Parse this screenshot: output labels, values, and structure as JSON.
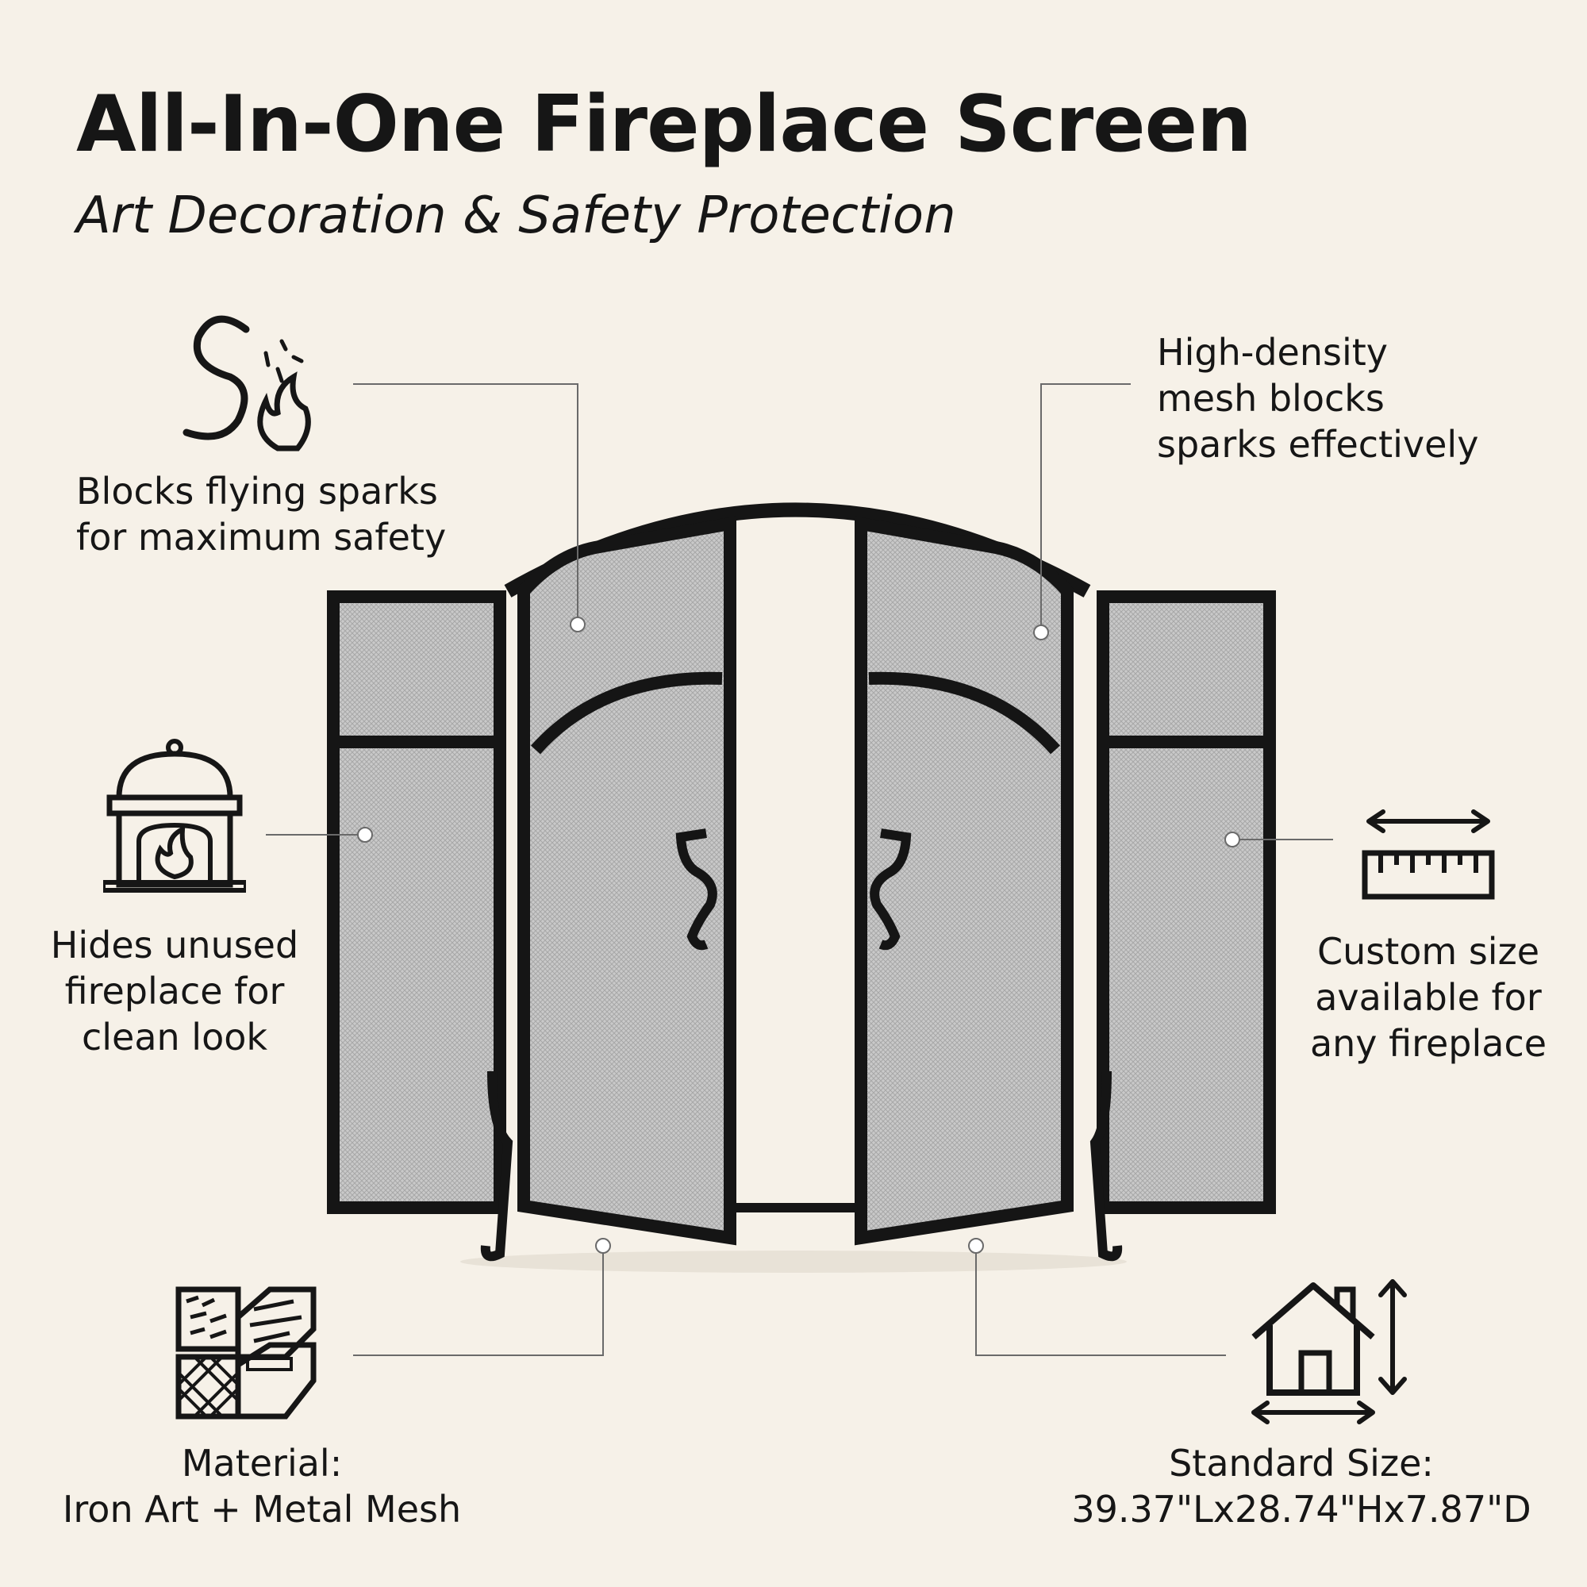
{
  "header": {
    "title": "All-In-One Fireplace Screen",
    "subtitle": "Art Decoration & Safety Protection"
  },
  "features": {
    "sparks": {
      "icon": "spark-fire-icon",
      "lines": [
        "Blocks flying sparks",
        "for maximum safety"
      ]
    },
    "mesh": {
      "icon": null,
      "lines": [
        "High-density",
        "mesh blocks",
        "sparks effectively"
      ]
    },
    "hides": {
      "icon": "fireplace-icon",
      "lines": [
        "Hides unused",
        "fireplace for",
        "clean look"
      ]
    },
    "custom": {
      "icon": "ruler-icon",
      "lines": [
        "Custom size",
        "available for",
        "any fireplace"
      ]
    },
    "material": {
      "icon": "material-layers-icon",
      "lines": [
        "Material:",
        "Iron Art + Metal Mesh"
      ]
    },
    "standard": {
      "icon": "house-dimensions-icon",
      "lines": [
        "Standard Size:",
        "39.37\"Lx28.74\"Hx7.87\"D"
      ]
    }
  },
  "product": {
    "icon": "fireplace-screen-product-image"
  },
  "colors": {
    "background": "#f6f1e8",
    "frame": "#151515",
    "mesh": "#bdbdbd",
    "leader": "#6a6a6a"
  }
}
